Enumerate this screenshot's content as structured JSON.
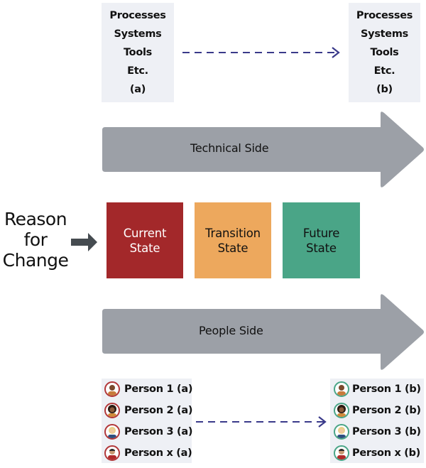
{
  "technical_items_current": {
    "lines": [
      "Processes",
      "Systems",
      "Tools",
      "Etc.",
      "(a)"
    ]
  },
  "technical_items_future": {
    "lines": [
      "Processes",
      "Systems",
      "Tools",
      "Etc.",
      "(b)"
    ]
  },
  "technical_arrow": {
    "label": "Technical Side",
    "color": "#9ca0a7"
  },
  "people_arrow": {
    "label": "People Side",
    "color": "#9ca0a7"
  },
  "reason": {
    "lines": [
      "Reason",
      "for",
      "Change"
    ],
    "arrow_color": "#454b50"
  },
  "states": [
    {
      "label_line1": "Current",
      "label_line2": "State",
      "color": "#a3282a",
      "text_color": "#ffffff"
    },
    {
      "label_line1": "Transition",
      "label_line2": "State",
      "color": "#eda85d",
      "text_color": "#111111"
    },
    {
      "label_line1": "Future",
      "label_line2": "State",
      "color": "#4aa587",
      "text_color": "#111111"
    }
  ],
  "people_current": {
    "ring_color": "#b2383a",
    "items": [
      {
        "label": "Person 1 (a)",
        "avatar": "person-1-avatar"
      },
      {
        "label": "Person 2 (a)",
        "avatar": "person-2-avatar"
      },
      {
        "label": "Person 3 (a)",
        "avatar": "person-3-avatar"
      },
      {
        "label": "Person x (a)",
        "avatar": "person-x-avatar"
      }
    ]
  },
  "people_future": {
    "ring_color": "#4aa587",
    "items": [
      {
        "label": "Person 1 (b)",
        "avatar": "person-1-avatar"
      },
      {
        "label": "Person 2 (b)",
        "avatar": "person-2-avatar"
      },
      {
        "label": "Person 3 (b)",
        "avatar": "person-3-avatar"
      },
      {
        "label": "Person x (b)",
        "avatar": "person-x-avatar"
      }
    ]
  },
  "connector_color": "#3a3a8a"
}
